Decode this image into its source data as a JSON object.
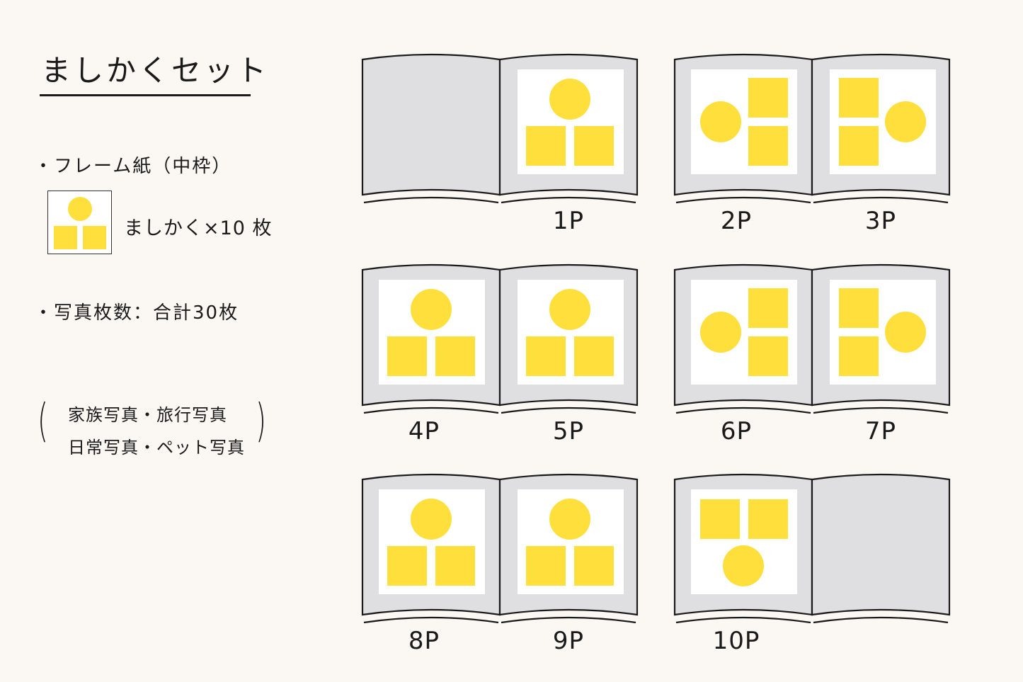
{
  "title": "ましかくセット",
  "frame_heading": "・フレーム紙（中枠）",
  "frame_caption": "ましかく×10 枚",
  "photo_count": "・写真枚数：合計30枚",
  "genres": {
    "open": "(",
    "line1": "家族写真・旅行写真",
    "line2": "日常写真・ペット写真",
    "close": ")"
  },
  "colors": {
    "background": "#fbf8f3",
    "page": "#dfdfe1",
    "frame": "#ffffff",
    "photo": "#ffdf3b",
    "line": "#1a1a1a"
  },
  "spreads": [
    {
      "left": {
        "label": "",
        "layout": "blank"
      },
      "right": {
        "label": "1P",
        "layout": "top-circle"
      }
    },
    {
      "left": {
        "label": "2P",
        "layout": "left-circle"
      },
      "right": {
        "label": "3P",
        "layout": "right-circle"
      }
    },
    {
      "left": {
        "label": "4P",
        "layout": "top-circle"
      },
      "right": {
        "label": "5P",
        "layout": "top-circle"
      }
    },
    {
      "left": {
        "label": "6P",
        "layout": "left-circle"
      },
      "right": {
        "label": "7P",
        "layout": "right-circle"
      }
    },
    {
      "left": {
        "label": "8P",
        "layout": "top-circle"
      },
      "right": {
        "label": "9P",
        "layout": "top-circle"
      }
    },
    {
      "left": {
        "label": "10P",
        "layout": "bottom-circle"
      },
      "right": {
        "label": "",
        "layout": "blank"
      }
    }
  ]
}
